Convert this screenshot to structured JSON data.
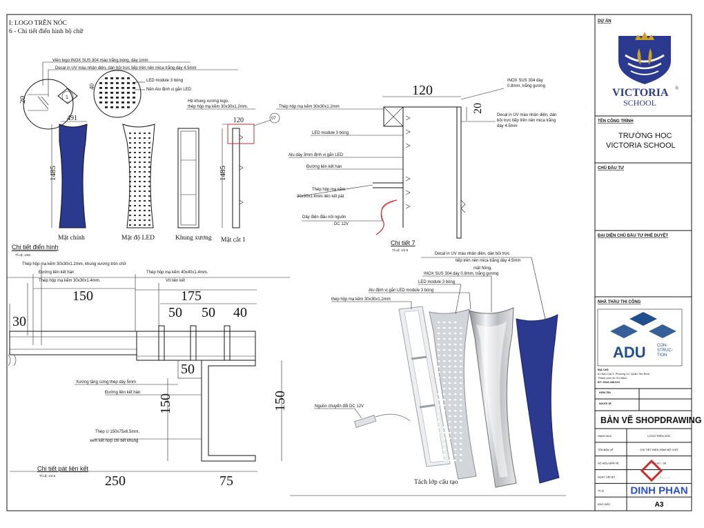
{
  "header": {
    "line1": "I: LOGO TRÊN NÓC",
    "line2": "6 - Chi tiết điển hình bộ chữ"
  },
  "colors": {
    "navy": "#2b3a8f",
    "gold": "#c9a227",
    "adu_blue": "#1f4f8c",
    "red": "#cc2a2a"
  },
  "detail1": {
    "notes": [
      "Viền logo INOX SUS 304 màu trắng bóng, dày 1mm",
      "Decal in UV màu nhận diện, dán bồi trực tiếp trên nền mica trắng dày 4.5mm",
      "LED module 3 bóng",
      "Nền Alu định vị gắn LED",
      "Hệ khung xương logo,",
      "thép hộp mạ kẽm 30x30x1.2mm."
    ],
    "dims": {
      "d20": "20",
      "d40": "40",
      "d491": "491",
      "d1485a": "1485",
      "d1485b": "1485",
      "d120": "120"
    },
    "callout_1": "1",
    "callout_07": "07",
    "views": [
      "Mặt chính",
      "Mặt độ LED",
      "Khung xương",
      "Mặt cắt 1"
    ],
    "title": "Chi tiết điển hình",
    "scale": "TỈ LỆ: 1/50"
  },
  "detail7": {
    "dim120": "120",
    "dim20": "20",
    "notes_left": [
      "Thép hộp mạ kẽm 30x30x1.2mm",
      "LED module 3 bóng",
      "Alu dày 3mm định vị gắn LED",
      "Đường liên kết hàn",
      "Thép hộp mạ kẽm",
      "30x30x1.4mm liên kết pát",
      "Dây điện đấu nối nguồn",
      "DC 12V"
    ],
    "notes_right": [
      "INOX SUS 304 dày",
      "0.8mm, trắng gương",
      "Decal in UV màu nhận diện, dán",
      "bồi trực tiếp trên nền mica trắng",
      "dày 4.5mm"
    ],
    "title": "Chi tiết 7",
    "scale": "TỈ LỆ: 1/2.5"
  },
  "detail_pat": {
    "notes": [
      "Thép hộp mạ kẽm 30x30x1.2mm, khung xương tròn chữ",
      "Đường liên kết hàn",
      "Thép hộp mạ kẽm 30x30x1.4mm.",
      "Thép hộp mạ kẽm 40x40x1.4mm.",
      "Vít liên kết",
      "Xương tăng cứng thép dày 5mm",
      "Đường liên kết hàn",
      "Thép U 150x75x6.5mm,",
      "xem kết hợp chi tiết khung"
    ],
    "dims": {
      "d150": "150",
      "d175": "175",
      "d50a": "50",
      "d50b": "50",
      "d40": "40",
      "d30": "30",
      "d50c": "50",
      "d150v": "150",
      "d150r": "150",
      "d250": "250",
      "d75": "75"
    },
    "title": "Chi tiết pát liên kết",
    "scale": "TỈ LỆ: 1/2.5"
  },
  "exploded": {
    "notes": [
      "Decal in UV màu nhận diện, dán bồi trực",
      "tiếp trên nền mica trắng dày 4.5mm",
      "mặt hông,",
      "INOX SUS 304 dày 0.8mm, trắng gương",
      "LED module 3 bóng",
      "Alu định vị gắn LED module 3 bóng",
      "thép hộp mạ kẽm 30x30x1.2mm",
      "Nguồn chuyển đổi DC 12V"
    ],
    "caption": "Tách lớp cấu tạo"
  },
  "titleblock": {
    "du_an_label": "DỰ ÁN",
    "logo_text": "VICTORIA",
    "logo_reg": "®",
    "logo_sub": "SCHOOL",
    "ten_cong_trinh_label": "TÊN CÔNG TRÌNH",
    "ten_cong_trinh_1": "TRƯỜNG HỌC",
    "ten_cong_trinh_2": "VICTORIA SCHOOL",
    "chu_dau_tu_label": "CHỦ ĐẦU TƯ",
    "dai_dien_label": "ĐẠI DIỆN CHỦ ĐẦU TƯ PHÊ DUYỆT",
    "nha_thau_label": "NHÀ THẦU THI CÔNG",
    "adu_text": "ADU",
    "adu_sub1": "CON-",
    "adu_sub2": "STRUC-",
    "adu_sub3": "TION",
    "dia_chi_label": "ĐỊA CHỈ:",
    "dia_chi_1": "61 Bàu Cát 3, Phường 12, Quận Tân Bình,",
    "dia_chi_2": "Thành phố Hồ Chí Minh",
    "dt": "ĐT: 0318.288.020",
    "kiem_tra": "KIỂM TRA",
    "nguoi_ve": "NGƯỜI VẼ",
    "ban_ve": "BẢN VẼ SHOPDRAWING",
    "rows": [
      {
        "label": "HẠNG MỤC",
        "value": "LOGO TRÊN NÓC"
      },
      {
        "label": "TÊN BẢN VẼ",
        "value": "CHI TIẾT ĐIỂN HÌNH BỘ CHỮ"
      },
      {
        "label": "SỐ HIỆU BẢN VẼ",
        "value": "DV-VC - 06"
      },
      {
        "label": "NGÀY LẬP BV",
        "value": "......../......./............"
      },
      {
        "label": "TỈ LỆ",
        "value": "DINH PHAN"
      },
      {
        "label": "KHỔ GIẤY",
        "value": "A3"
      }
    ]
  }
}
